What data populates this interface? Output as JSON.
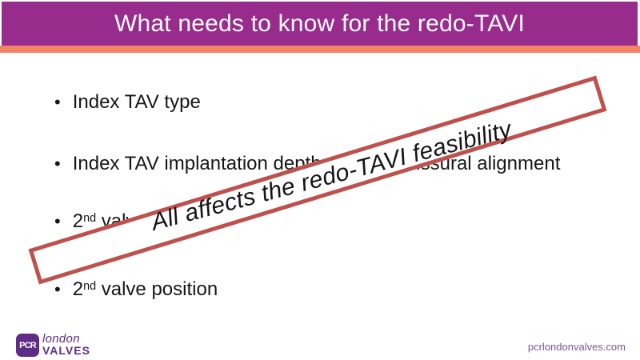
{
  "slide": {
    "title": "What needs to know for the redo-TAVI",
    "bullet_marker": "•",
    "bullets": [
      [
        {
          "t": "Index TAV type"
        }
      ],
      [
        {
          "t": "Index TAV implantation depth and commissural alignment"
        }
      ],
      [
        {
          "t": "2"
        },
        {
          "t": "nd",
          "sup": true
        },
        {
          "t": " valve type"
        }
      ],
      [
        {
          "t": "2"
        },
        {
          "t": "nd",
          "sup": true
        },
        {
          "t": " valve position"
        }
      ]
    ],
    "banner": {
      "text": "All affects the redo-TAVI feasibility"
    },
    "logo": {
      "acronym": "PCR",
      "line1": "london",
      "line2": "VALVES"
    },
    "footer": {
      "website": "pcrlondonvalves.com"
    }
  },
  "colors": {
    "header_purple": "#982C8D",
    "accent_orange": "#F28467",
    "banner_red": "#BE514C",
    "logo_purple": "#5E2C87",
    "site_purple": "#7C52A5",
    "text_dark": "#161616"
  }
}
